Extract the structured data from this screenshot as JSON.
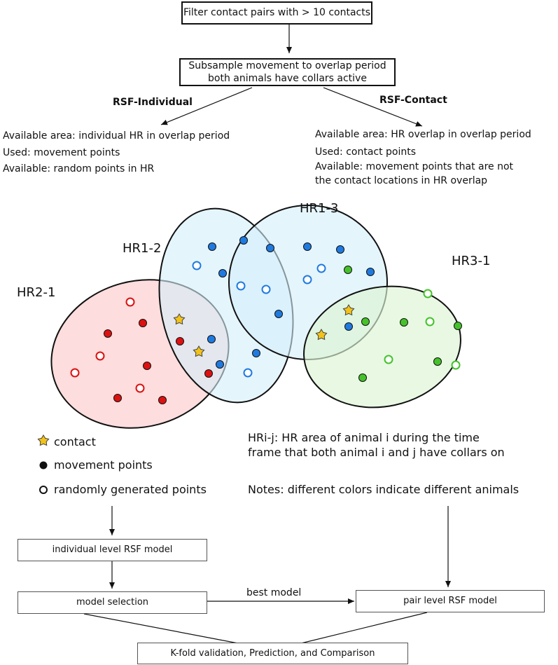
{
  "top": {
    "filter": "Filter contact pairs with > 10 contacts",
    "subsample_line1": "Subsample movement to overlap period",
    "subsample_line2": "both animals have collars active"
  },
  "branches": {
    "individual": {
      "title": "RSF-Individual",
      "lines": [
        "Available area: individual HR in overlap period",
        "Used: movement points",
        "Available: random points in HR"
      ]
    },
    "contact": {
      "title": "RSF-Contact",
      "lines": [
        "Available area: HR overlap in overlap period",
        "Used: contact points",
        "Available: movement points that are not",
        "the contact locations in HR overlap"
      ]
    }
  },
  "home_ranges": [
    {
      "label": "HR2-1",
      "fill": "#fdd7d7",
      "point_color": "#dd1111"
    },
    {
      "label": "HR1-2",
      "fill": "#d4eefa",
      "point_color": "#1f7ae0"
    },
    {
      "label": "HR1-3",
      "fill": "#d4eefa",
      "point_color": "#1f7ae0"
    },
    {
      "label": "HR3-1",
      "fill": "#dcf5d4",
      "point_color": "#44c22a"
    }
  ],
  "colors": {
    "contact_star": "#f2c21b",
    "outline": "#111111"
  },
  "legend": {
    "contact": "contact",
    "movement": "movement points",
    "random": "randomly generated points"
  },
  "notes": {
    "definition_line1": "HRi-j: HR area of animal i during the time",
    "definition_line2": "frame that both animal i and j have collars on",
    "colors_note": "Notes: different colors indicate different animals"
  },
  "flow": {
    "individual_model": "individual level RSF model",
    "model_selection": "model selection",
    "best_model": "best model",
    "pair_model": "pair level RSF model",
    "validation": "K-fold validation, Prediction, and Comparison"
  }
}
